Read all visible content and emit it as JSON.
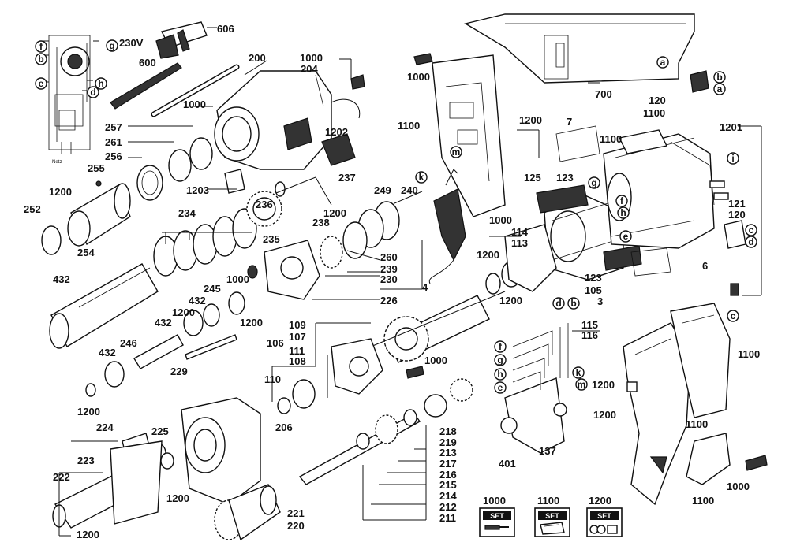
{
  "labels": {
    "606": "606",
    "230v": "230V",
    "600": "600",
    "1000a": "1000",
    "200": "200",
    "1000b": "1000",
    "204": "204",
    "257": "257",
    "261": "261",
    "256": "256",
    "255": "255",
    "1200a": "1200",
    "252": "252",
    "254": "254",
    "1202": "1202",
    "1203": "1203",
    "237": "237",
    "236": "236",
    "1200b": "1200",
    "234": "234",
    "235": "235",
    "249": "249",
    "240": "240",
    "238": "238",
    "260": "260",
    "239": "239",
    "230": "230",
    "226": "226",
    "432a": "432",
    "1000c": "1000",
    "245": "245",
    "432b": "432",
    "1200c": "1200",
    "432c": "432",
    "1200d": "1200",
    "246": "246",
    "432d": "432",
    "229": "229",
    "1200e": "1200",
    "1000d": "1000",
    "1100a": "1100",
    "1200f": "1200",
    "700": "700",
    "7": "7",
    "1100b": "1100",
    "1100c": "1100",
    "120a": "120",
    "1201": "1201",
    "125": "125",
    "123a": "123",
    "1000e": "1000",
    "114": "114",
    "113": "113",
    "1200g": "1200",
    "121": "121",
    "120b": "120",
    "6": "6",
    "123b": "123",
    "105": "105",
    "3": "3",
    "4": "4",
    "1200h": "1200",
    "109": "109",
    "107": "107",
    "106": "106",
    "111": "111",
    "108": "108",
    "110": "110",
    "1000f": "1000",
    "115": "115",
    "116": "116",
    "1100d": "1100",
    "1200i": "1200",
    "1200j": "1200",
    "206": "206",
    "224": "224",
    "225": "225",
    "223": "223",
    "222": "222",
    "1200k": "1200",
    "1200l": "1200",
    "218": "218",
    "219": "219",
    "213": "213",
    "217": "217",
    "216": "216",
    "215": "215",
    "214": "214",
    "212": "212",
    "211": "211",
    "221": "221",
    "220": "220",
    "401": "401",
    "137": "137",
    "1100e": "1100",
    "1100f": "1100",
    "1000g": "1000"
  },
  "letters": {
    "g1": "g",
    "f1": "f",
    "b1": "b",
    "e1": "e",
    "h1": "h",
    "d1": "d",
    "a1": "a",
    "b2": "b",
    "a2": "a",
    "i1": "i",
    "m1": "m",
    "k1": "k",
    "g2": "g",
    "f2": "f",
    "h2": "h",
    "e2": "e",
    "c1": "c",
    "d2": "d",
    "c2": "c",
    "d3": "d",
    "b3": "b",
    "f3": "f",
    "g3": "g",
    "h3": "h",
    "e3": "e",
    "k2": "k",
    "m2": "m"
  },
  "wiring_note": "Netz",
  "sets": [
    {
      "number": "1000",
      "badge": "SET",
      "icon": "screw-set-icon"
    },
    {
      "number": "1100",
      "badge": "SET",
      "icon": "housing-set-icon"
    },
    {
      "number": "1200",
      "badge": "SET",
      "icon": "seal-set-icon"
    }
  ]
}
